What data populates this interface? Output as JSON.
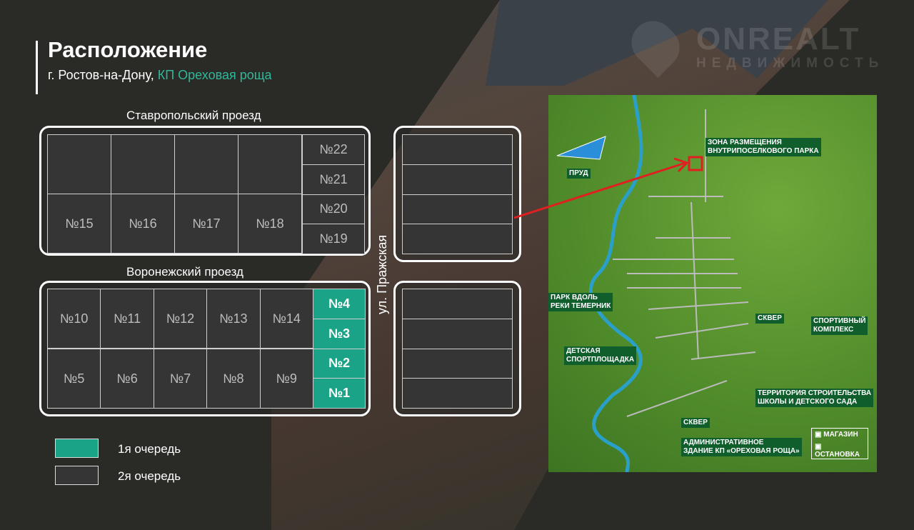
{
  "header": {
    "title": "Расположение",
    "city": "г. Ростов-на-Дону,",
    "project": "КП Ореховая роща"
  },
  "logo": {
    "name": "ONREALT",
    "tagline": "НЕДВИЖИМОСТЬ"
  },
  "roads": {
    "top": "Ставропольский проезд",
    "middle": "Воронежский проезд",
    "street": "ул. Пражская"
  },
  "block_top": {
    "right_column": [
      "№22",
      "№21",
      "№20",
      "№19"
    ],
    "bottom_row": [
      "№15",
      "№16",
      "№17",
      "№18"
    ]
  },
  "block_bottom": {
    "top_row": [
      "№10",
      "№11",
      "№12",
      "№13",
      "№14"
    ],
    "bottom_row": [
      "№5",
      "№6",
      "№7",
      "№8",
      "№9"
    ],
    "queue1": [
      "№4",
      "№3",
      "№2",
      "№1"
    ]
  },
  "legend": {
    "first": "1я очередь",
    "second": "2я очередь"
  },
  "colors": {
    "queue1": "#1aa386",
    "queue2": "#353535",
    "accent": "#2fb89a"
  },
  "map": {
    "labels": {
      "zone": "ЗОНА РАЗМЕЩЕНИЯ\nВНУТРИПОСЕЛКОВОГО ПАРКА",
      "pond": "ПРУД",
      "park": "ПАРК ВДОЛЬ\nРЕКИ ТЕМЕРНИК",
      "square1": "СКВЕР",
      "sport": "СПОРТИВНЫЙ\nКОМПЛЕКС",
      "playground": "ДЕТСКАЯ\nСПОРТПЛОЩАДКА",
      "school": "ТЕРРИТОРИЯ СТРОИТЕЛЬСТВА\nШКОЛЫ И ДЕТСКОГО САДА",
      "square2": "СКВЕР",
      "admin": "АДМИНИСТРАТИВНОЕ\nЗДАНИЕ КП «ОРЕХОВАЯ РОЩА»",
      "shop": "МАГАЗИН",
      "stop": "ОСТАНОВКА"
    }
  }
}
